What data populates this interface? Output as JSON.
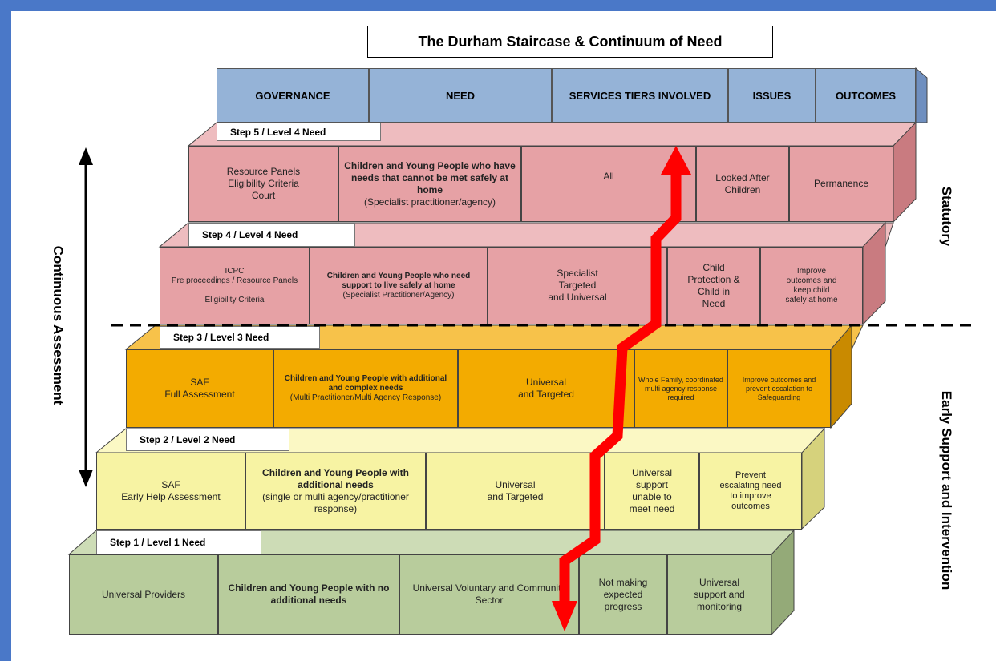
{
  "title": "The Durham Staircase & Continuum of Need",
  "headers": [
    "GOVERNANCE",
    "NEED",
    "SERVICES TIERS INVOLVED",
    "ISSUES",
    "OUTCOMES"
  ],
  "levels": [
    {
      "step_label": "Step 5 / Level 4 Need",
      "governance": "Resource Panels\nEligibility Criteria\nCourt",
      "need_title": "Children and Young People who have needs that cannot be met safely at home",
      "need_sub": "(Specialist practitioner/agency)",
      "services": "All",
      "issues": "Looked After Children",
      "outcomes": "Permanence"
    },
    {
      "step_label": "Step 4 / Level 4 Need",
      "governance": "ICPC\nPre proceedings / Resource Panels\n\nEligibility Criteria",
      "need_title": "Children and Young People who need support to live safely at home",
      "need_sub": "(Specialist Practitioner/Agency)",
      "services": "Specialist\nTargeted\nand Universal",
      "issues": "Child\nProtection &\nChild in\nNeed",
      "outcomes": "Improve\noutcomes and\nkeep child\nsafely at home"
    },
    {
      "step_label": "Step 3 / Level 3 Need",
      "governance": "SAF\nFull Assessment",
      "need_title": "Children and Young People with additional and complex needs",
      "need_sub": "(Multi Practitioner/Multi Agency Response)",
      "services": "Universal\nand Targeted",
      "issues": "Whole Family, coordinated multi agency response required",
      "outcomes": "Improve outcomes and prevent escalation to Safeguarding"
    },
    {
      "step_label": "Step 2 / Level 2 Need",
      "governance": "SAF\nEarly Help Assessment",
      "need_title": "Children and Young People with additional needs",
      "need_sub": "(single or multi agency/practitioner response)",
      "services": "Universal\nand Targeted",
      "issues": "Universal\nsupport\nunable to\nmeet need",
      "outcomes": "Prevent\nescalating need\nto improve\noutcomes"
    },
    {
      "step_label": "Step 1 / Level 1 Need",
      "governance": "Universal Providers",
      "need_title": "Children and Young People with no additional needs",
      "need_sub": "",
      "services": "Universal Voluntary and Community Sector",
      "issues": "Not making\nexpected\nprogress",
      "outcomes": "Universal\nsupport and\nmonitoring"
    }
  ],
  "side_labels": {
    "left": "Continuous Assessment",
    "right_top": "Statutory",
    "right_bottom": "Early Support and Intervention"
  },
  "colors": {
    "level5_front": "#e6a1a5",
    "level5_top": "#eebcbf",
    "level5_side": "#c97b80",
    "level4_front": "#e6a1a5",
    "level4_top": "#eebcbf",
    "level4_side": "#c97b80",
    "level3_front": "#f3ab00",
    "level3_top": "#f7c24a",
    "level3_side": "#c98a00",
    "level2_front": "#f7f3a3",
    "level2_top": "#fbf8c4",
    "level2_side": "#d6d27c",
    "level1_front": "#b8cc9c",
    "level1_top": "#cddcb6",
    "level1_side": "#94aa78",
    "header": "#95b3d7",
    "arrow": "#ff0000"
  }
}
